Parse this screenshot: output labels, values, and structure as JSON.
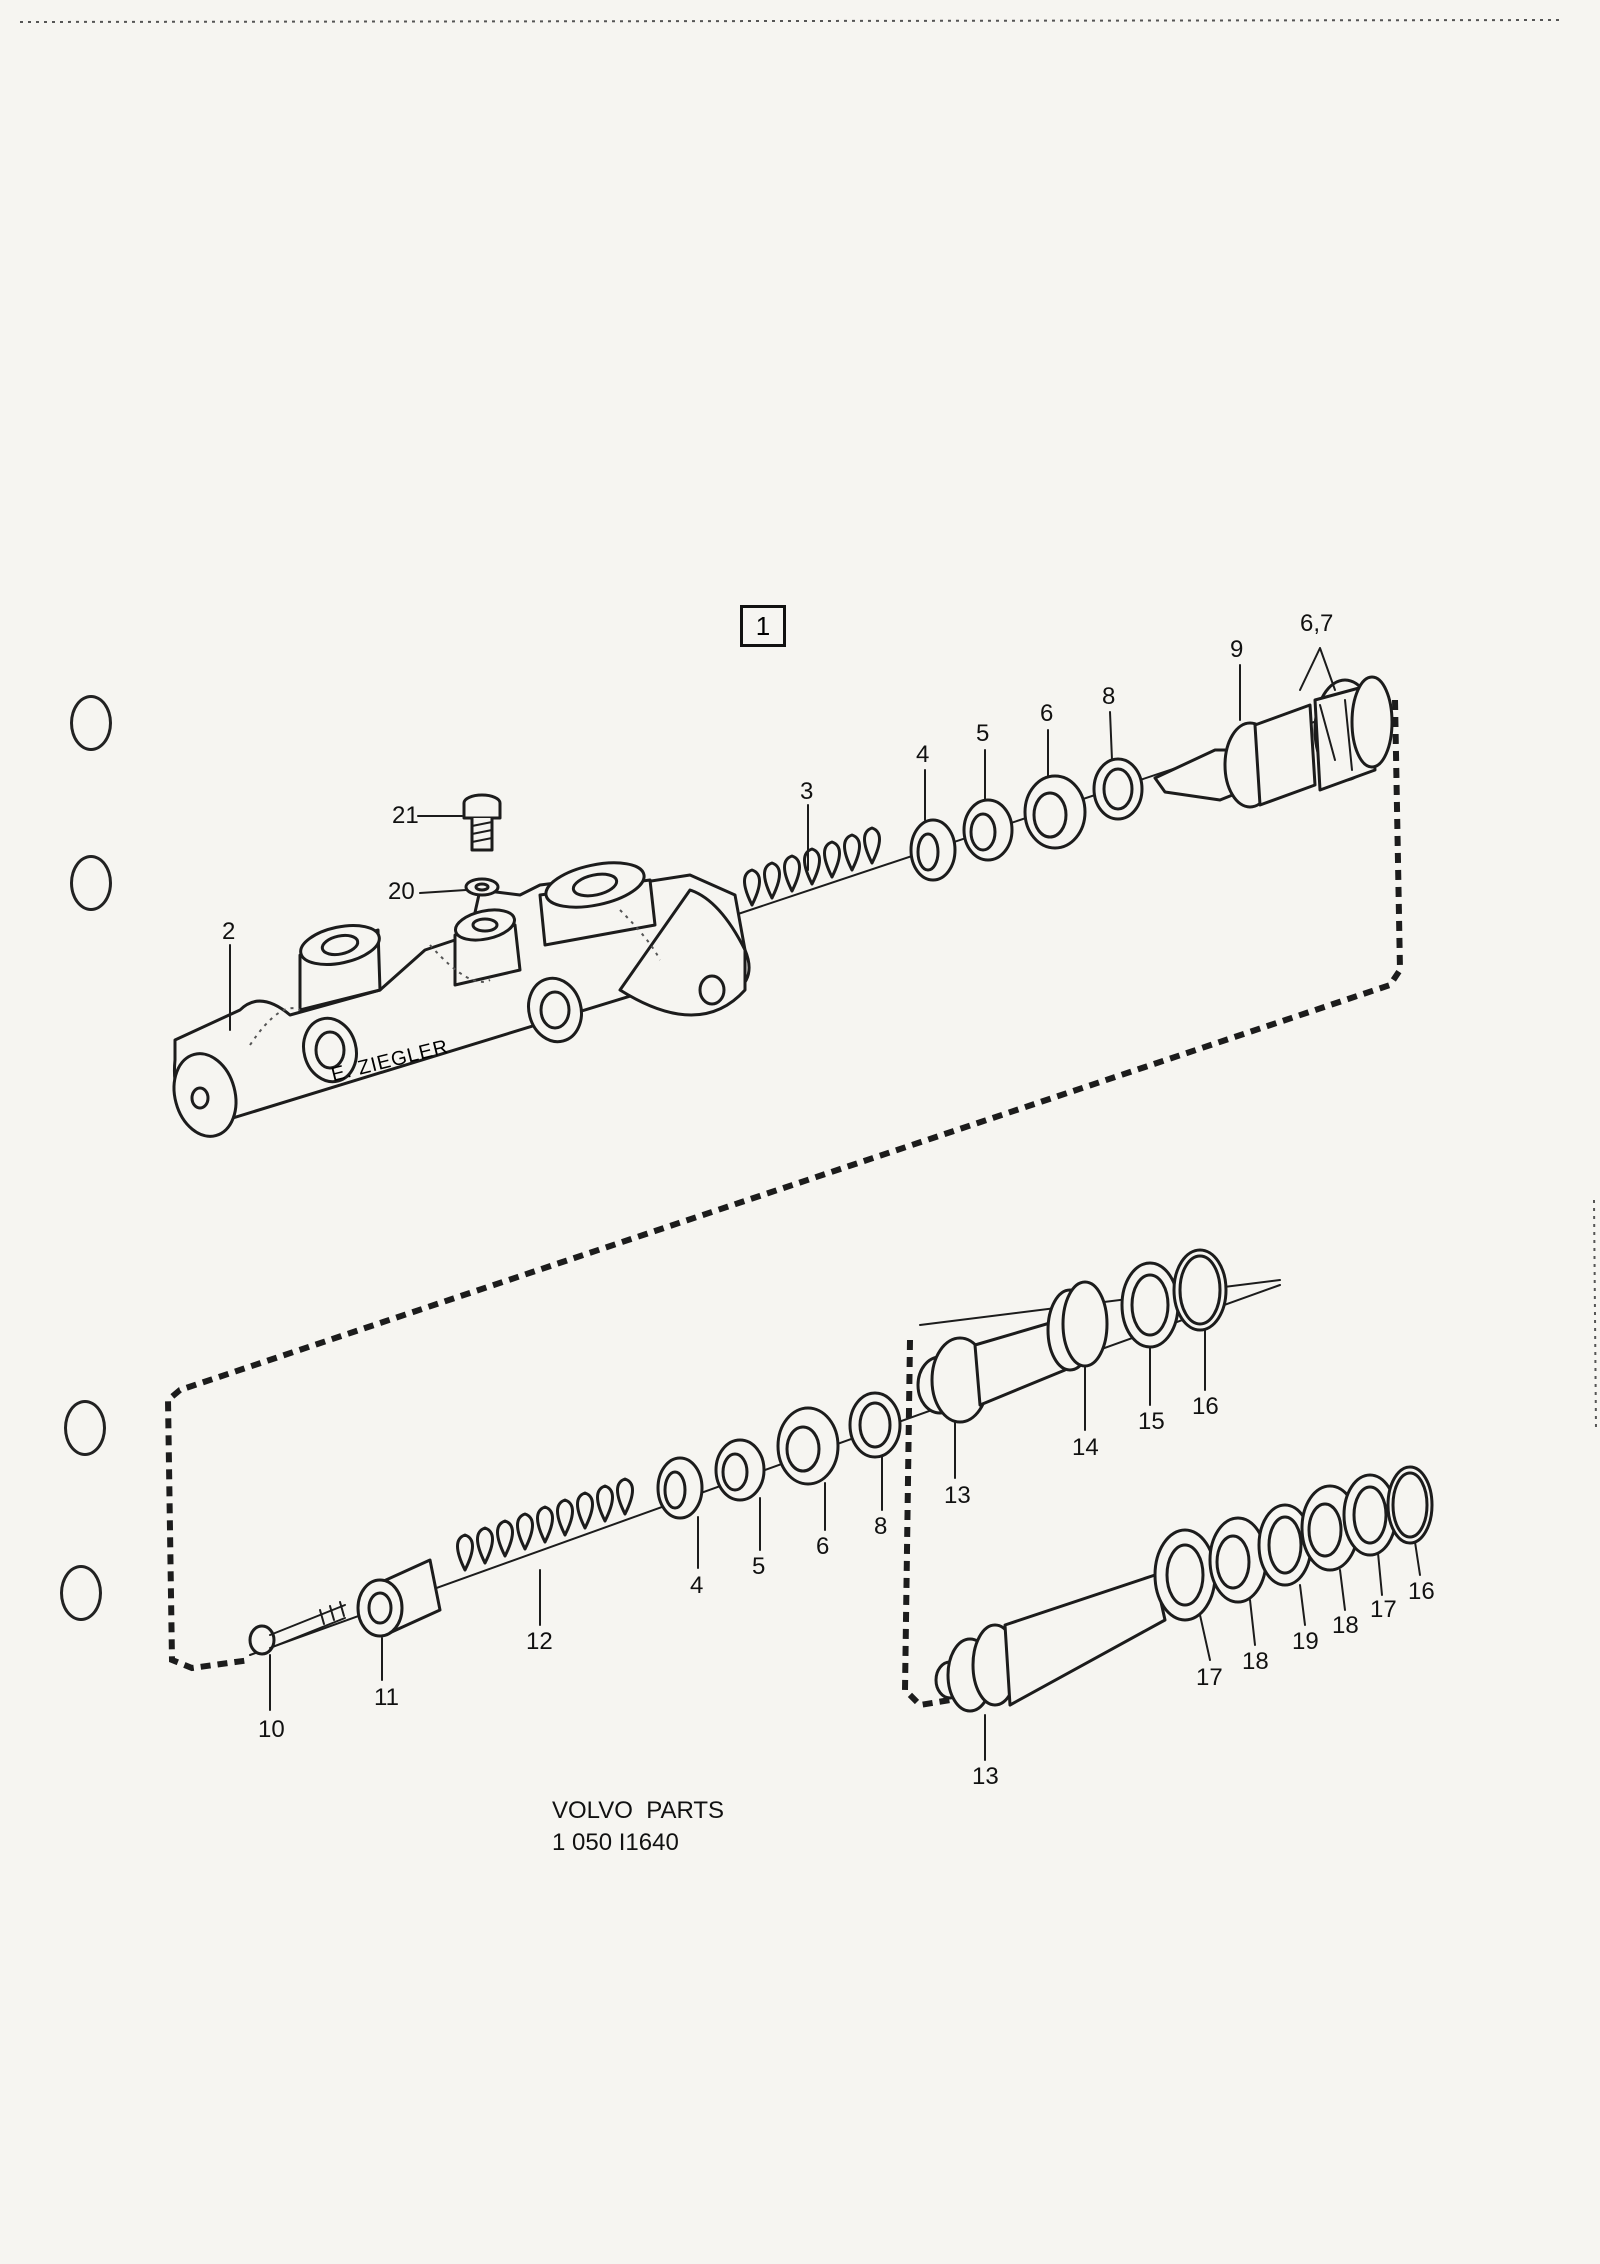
{
  "figure_number": "1",
  "caption": {
    "line1": "VOLVO  PARTS",
    "line2": "1 050 I1640"
  },
  "body_marking": "E. ZIEGLER",
  "callouts": {
    "c21": "21",
    "c20": "20",
    "c2": "2",
    "c3": "3",
    "c4a": "4",
    "c5a": "5",
    "c6a": "6",
    "c8a": "8",
    "c9": "9",
    "c67": "6,7",
    "c10": "10",
    "c11": "11",
    "c12": "12",
    "c4b": "4",
    "c5b": "5",
    "c6b": "6",
    "c8b": "8",
    "c13a": "13",
    "c14": "14",
    "c15": "15",
    "c16a": "16",
    "c13b": "13",
    "c17a": "17",
    "c18a": "18",
    "c19": "19",
    "c18b": "18",
    "c17b": "17",
    "c16b": "16"
  }
}
